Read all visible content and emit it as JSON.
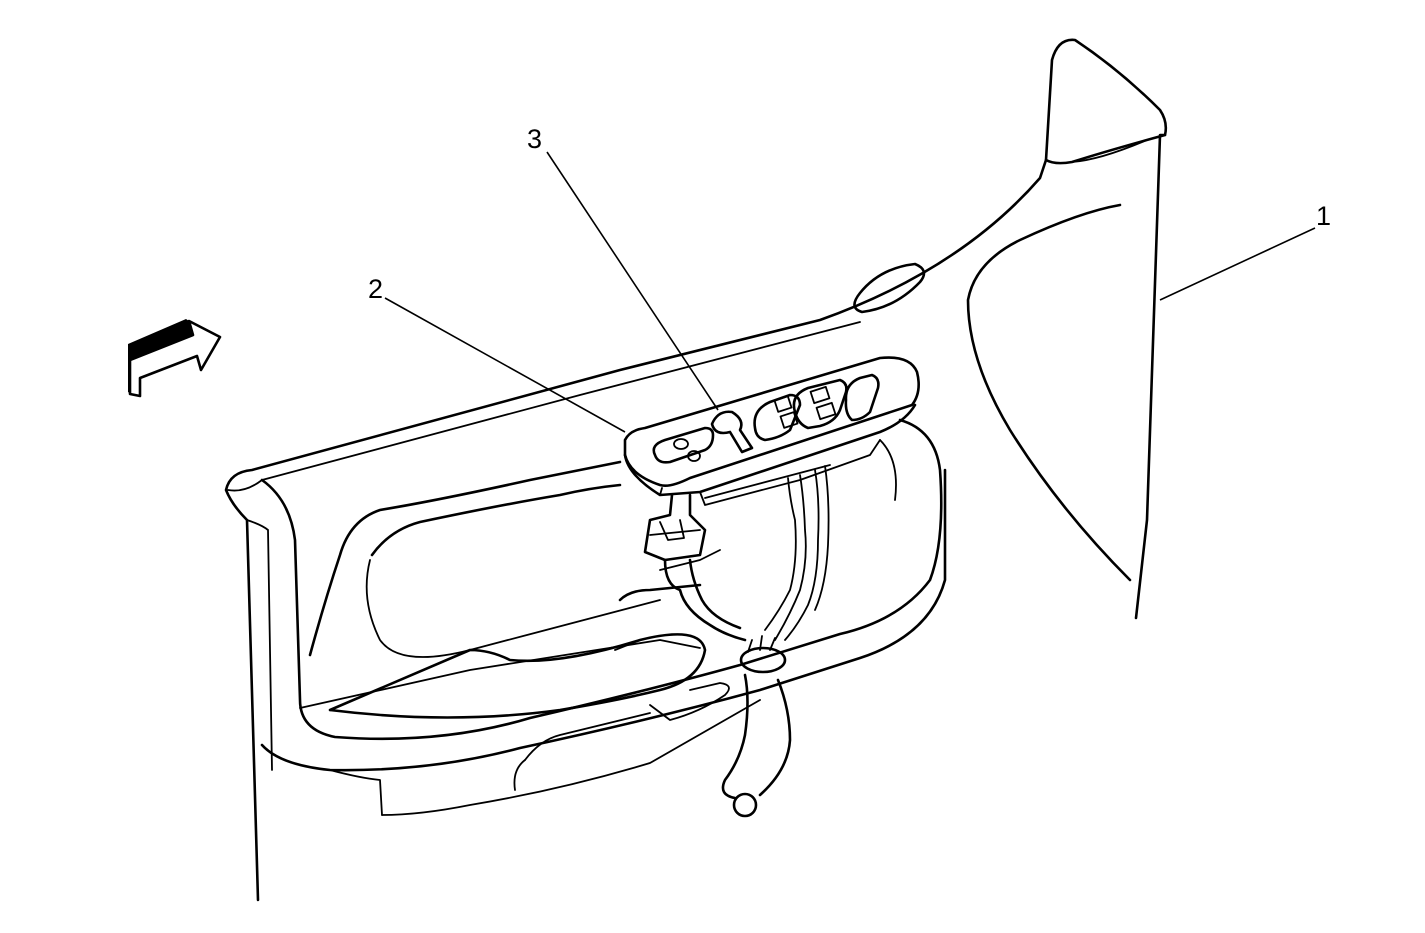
{
  "callouts": [
    {
      "id": "1",
      "label": "1"
    },
    {
      "id": "2",
      "label": "2"
    },
    {
      "id": "3",
      "label": "3"
    }
  ],
  "view_arrow_icon": "view-direction-arrow-icon"
}
